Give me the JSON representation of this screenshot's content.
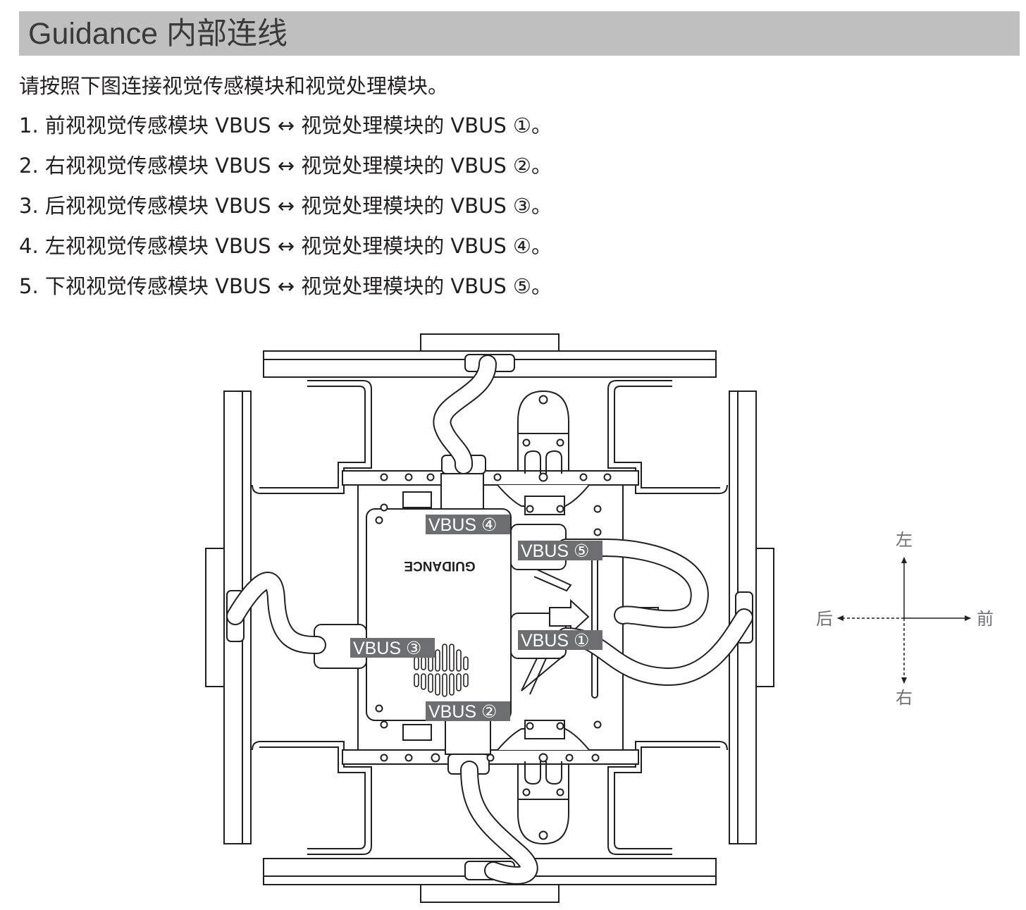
{
  "header": {
    "title": "Guidance 内部连线"
  },
  "intro": "请按照下图连接视觉传感模块和视觉处理模块。",
  "steps": [
    "1. 前视视觉传感模块 VBUS ↔ 视觉处理模块的 VBUS ①。",
    "2. 右视视觉传感模块 VBUS ↔ 视觉处理模块的 VBUS ②。",
    "3. 后视视觉传感模块 VBUS ↔ 视觉处理模块的 VBUS ③。",
    "4. 左视视觉传感模块 VBUS ↔ 视觉处理模块的 VBUS ④。",
    "5. 下视视觉传感模块 VBUS ↔ 视觉处理模块的 VBUS ⑤。"
  ],
  "diagram": {
    "module_logo": "GUIDANCE",
    "ports": {
      "vbus1": "VBUS ①",
      "vbus2": "VBUS ②",
      "vbus3": "VBUS ③",
      "vbus4": "VBUS ④",
      "vbus5": "VBUS ⑤"
    },
    "label_bg_color": "#6d6e71"
  },
  "compass": {
    "left": "左",
    "right": "右",
    "front": "前",
    "back": "后"
  }
}
